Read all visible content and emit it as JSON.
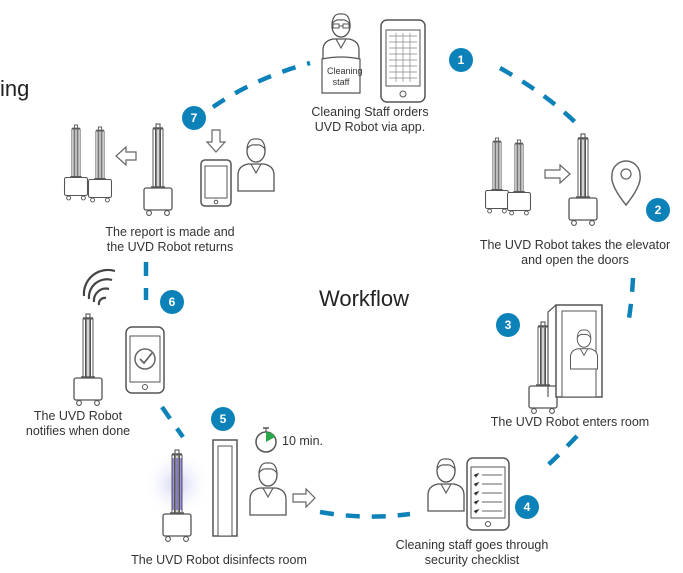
{
  "partial_heading": "ing",
  "center_title": "Workflow",
  "accent_color": "#0d82b8",
  "steps": [
    {
      "number": "1",
      "line1": "Cleaning Staff orders",
      "line2": "UVD Robot via app."
    },
    {
      "number": "2",
      "line1": "The UVD Robot takes the elevator",
      "line2": "and open the doors"
    },
    {
      "number": "3",
      "line1": "The UVD Robot enters room",
      "line2": ""
    },
    {
      "number": "4",
      "line1": "Cleaning staff goes through",
      "line2": "security checklist"
    },
    {
      "number": "5",
      "line1": "The UVD Robot disinfects room",
      "line2": ""
    },
    {
      "number": "6",
      "line1": "The UVD Robot",
      "line2": "notifies when done"
    },
    {
      "number": "7",
      "line1": "The report is made and",
      "line2": "the UVD Robot returns"
    }
  ],
  "shirt_text": {
    "line1": "Cleaning",
    "line2": "staff"
  },
  "timer_label": "10 min.",
  "icons": [
    "person-icon",
    "phone-icon",
    "robot-icon",
    "location-pin-icon",
    "door-icon",
    "tablet-checklist-icon",
    "timer-icon",
    "wifi-signal-icon",
    "arrow-icon"
  ]
}
